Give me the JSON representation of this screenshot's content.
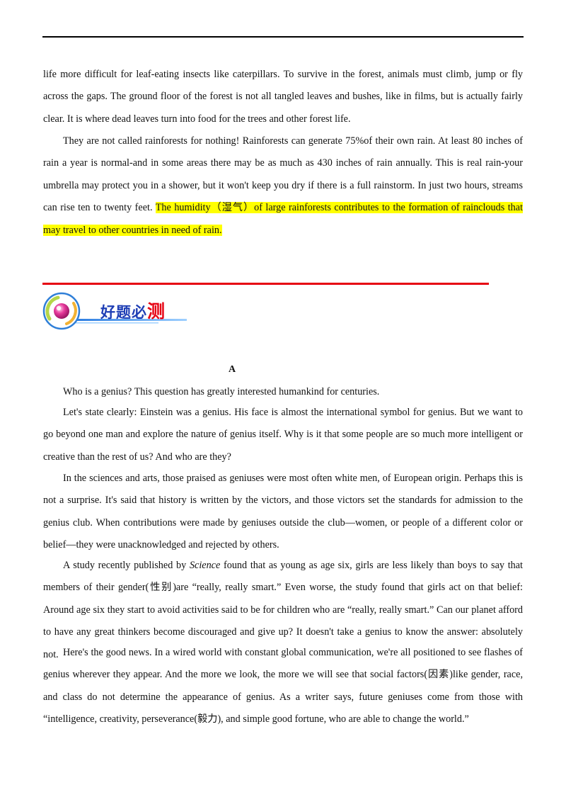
{
  "passage_continued": {
    "p1": "life more difficult for leaf-eating insects like caterpillars. To survive in the forest, animals must climb, jump or fly across the gaps. The ground floor of the forest is not all tangled leaves and bushes, like in films, but is actually fairly clear. It is where dead leaves turn into food for the trees and other forest life.",
    "p2_text": "They are not called rainforests for nothing! Rainforests can generate 75%of their own rain. At least 80 inches of rain a year is normal-and in some areas there may be as much as 430 inches of rain annually. This is real rain-your umbrella may protect you in a shower, but it won't keep you dry if there is a full rainstorm. In just two hours, streams can rise ten to twenty feet. ",
    "p2_highlight": "The humidity（湿气）of large rainforests contributes to the formation of rainclouds that may travel to other countries in need of rain."
  },
  "section_header": {
    "title_main": "好题必",
    "title_accent": "测",
    "icon": "target-ball-icon",
    "colors": {
      "blue": "#1f3fb5",
      "red": "#e60012",
      "highlight": "#ffff00"
    }
  },
  "passage_a": {
    "label": "A",
    "p1": "Who is a genius? This question has greatly interested humankind for centuries.",
    "p2": "Let's state clearly: Einstein was a genius. His face is almost the international symbol for genius. But we want to go beyond one man and explore the nature of genius itself. Why is it that some people are so much more intelligent or creative than the rest of us? And who are they?",
    "p3": "In the sciences and arts, those praised as geniuses were most often white men, of European origin. Perhaps this is not a surprise. It's said that history is written by the victors, and those victors set the standards for admission to the genius club. When contributions were made by geniuses outside the club—women, or people of a different color or belief—they were unacknowledged and rejected by others.",
    "p4_before": "A study recently published by ",
    "p4_italic": "Science",
    "p4_after": " found that as young as age six, girls are less likely than boys to say that members of their gender(性别)are “really, really smart.” Even worse, the study found that girls act on that belief: Around age six they start to avoid activities said to be for children who are “really, really smart.” Can our planet afford to have any great thinkers become discouraged and give up? It doesn't take a genius to know the answer: absolutely not.",
    "p5": "Here's the good news. In a wired world with constant global communication, we're all positioned to see flashes of genius wherever they appear. And the more we look, the more we will see that social factors(因素)like gender, race, and class do not determine the appearance of genius. As a writer says, future geniuses come from those with “intelligence, creativity, perseverance(毅力), and simple good fortune, who are able to change the world.”"
  }
}
